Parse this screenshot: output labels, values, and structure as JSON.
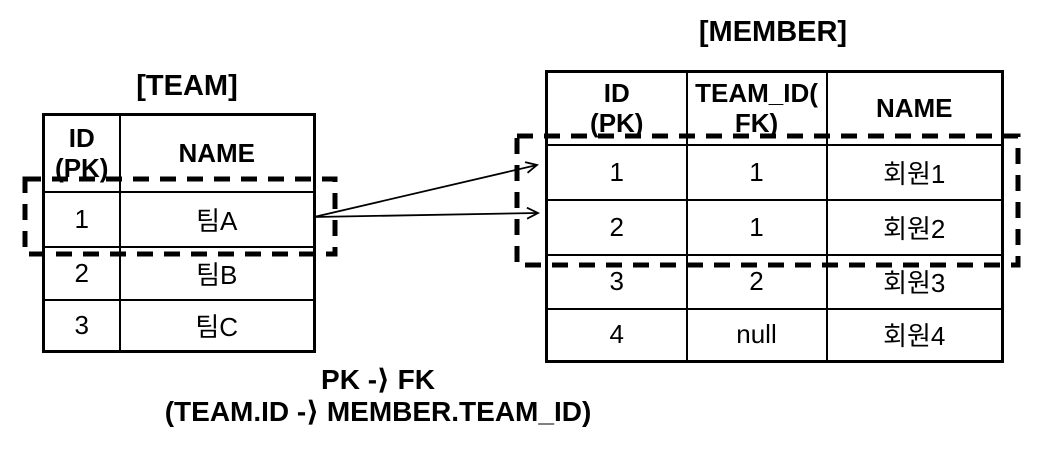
{
  "team": {
    "title": "[TEAM]",
    "headers": [
      "ID\n(PK)",
      "NAME"
    ],
    "rows": [
      [
        "1",
        "팀A"
      ],
      [
        "2",
        "팀B"
      ],
      [
        "3",
        "팀C"
      ]
    ]
  },
  "member": {
    "title": "[MEMBER]",
    "headers": [
      "ID\n(PK)",
      "TEAM_ID(\nFK)",
      "NAME"
    ],
    "rows": [
      [
        "1",
        "1",
        "회원1"
      ],
      [
        "2",
        "1",
        "회원2"
      ],
      [
        "3",
        "2",
        "회원3"
      ],
      [
        "4",
        "null",
        "회원4"
      ]
    ]
  },
  "caption": {
    "line1": "PK -⟩ FK",
    "line2": "(TEAM.ID -⟩ MEMBER.TEAM_ID)"
  },
  "colors": {
    "ink": "#000000",
    "background": "#ffffff"
  }
}
